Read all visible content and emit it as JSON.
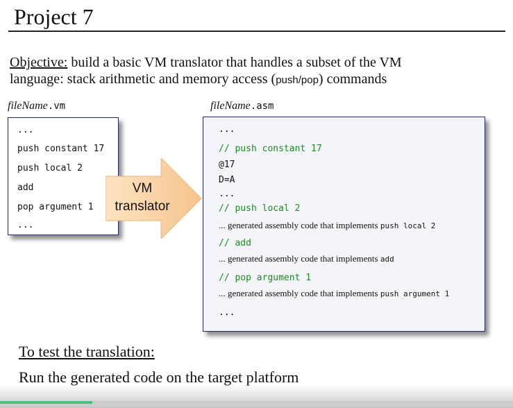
{
  "title": "Project 7",
  "objective": {
    "lead": "Objective:",
    "line1_rest": " build a basic VM translator that handles a subset of the VM",
    "line2_pre": "language: stack arithmetic and memory access (",
    "line2_code": "push/pop",
    "line2_post": ") commands"
  },
  "vm_file": {
    "name": "fileName",
    "ext": ".vm",
    "lines": [
      "...",
      "push constant 17",
      "push local 2",
      "add",
      "pop argument 1",
      "..."
    ]
  },
  "translator": {
    "line1": "VM",
    "line2": "translator"
  },
  "asm_file": {
    "name": "fileName",
    "ext": ".asm",
    "lines": {
      "ellipsis_top": "...",
      "comment1": "// push constant 17",
      "code1": "@17",
      "code2": "D=A",
      "ellipsis_mid": "...",
      "comment2": "// push local 2",
      "desc2_text": "... generated assembly code that implements ",
      "desc2_code": "push local 2",
      "comment3": "// add",
      "desc3_text": "... generated assembly code that implements ",
      "desc3_code": "add",
      "comment4": "// pop argument 1",
      "desc4_text": "... generated assembly code that implements ",
      "desc4_code": "push argument 1",
      "ellipsis_bottom": "..."
    }
  },
  "test": {
    "heading": "To test the translation:",
    "body": "Run the generated code on the target platform"
  },
  "video": {
    "progress_fraction": 0.18
  },
  "colors": {
    "comment": "#1f8a1f",
    "arrow_fill": "#fbd9b0",
    "box_border": "#1e2a6a",
    "progress": "#4fbf7f"
  }
}
